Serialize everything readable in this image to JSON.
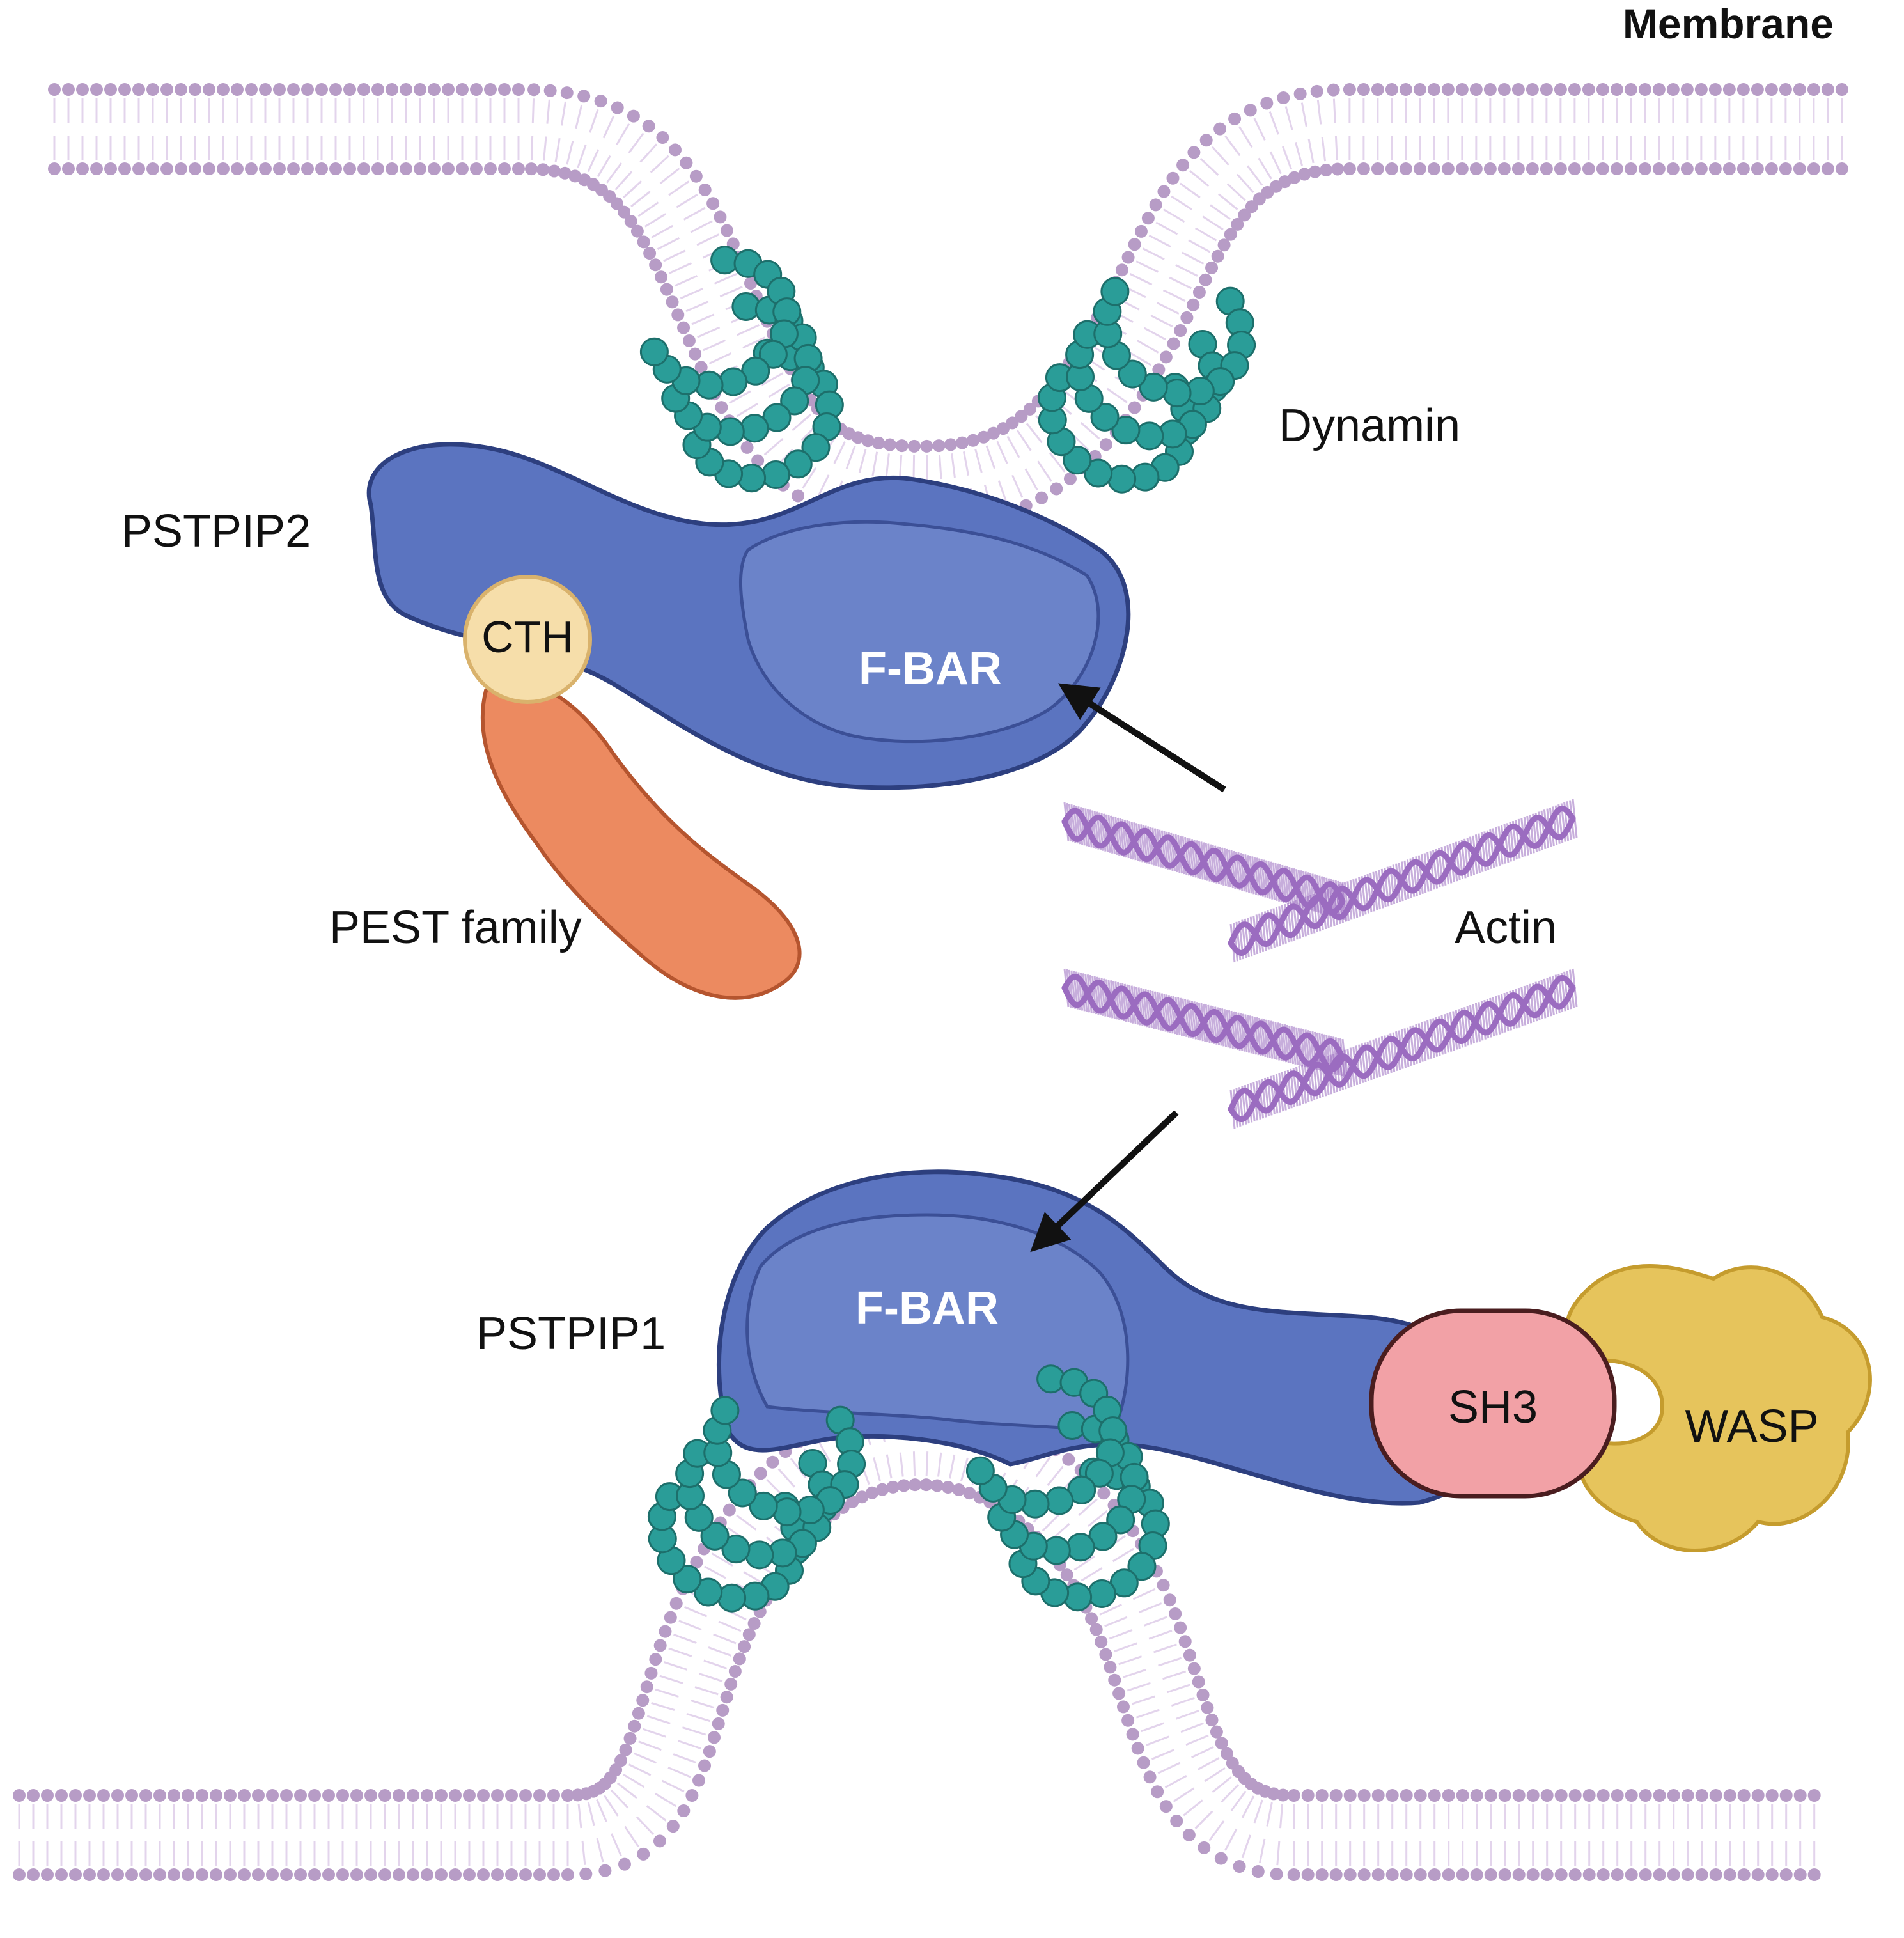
{
  "labels": {
    "membrane": "Membrane",
    "dynamin": "Dynamin",
    "pstpip2": "PSTPIP2",
    "cth": "CTH",
    "fbar_top": "F-BAR",
    "pest_family": "PEST family",
    "actin": "Actin",
    "pstpip1": "PSTPIP1",
    "fbar_bottom": "F-BAR",
    "sh3": "SH3",
    "wasp": "WASP"
  },
  "colors": {
    "membrane": "#b79cc6",
    "membrane_tail": "#e3d4ec",
    "dynamin": "#2a9d98",
    "dynamin_dark": "#1d6f6b",
    "fbar_protein": "#5b74c0",
    "fbar_protein_dark": "#2d3f7f",
    "fbar_domain": "#6b83c9",
    "cth": "#f6deaa",
    "pest": "#ec8a60",
    "actin": "#9b6cc0",
    "sh3": "#f2a1a6",
    "wasp": "#e6c45c",
    "arrow": "#111111"
  },
  "icons": [
    "membrane-bilayer-icon",
    "dynamin-helix-icon",
    "actin-filament-icon",
    "arrow-icon"
  ]
}
